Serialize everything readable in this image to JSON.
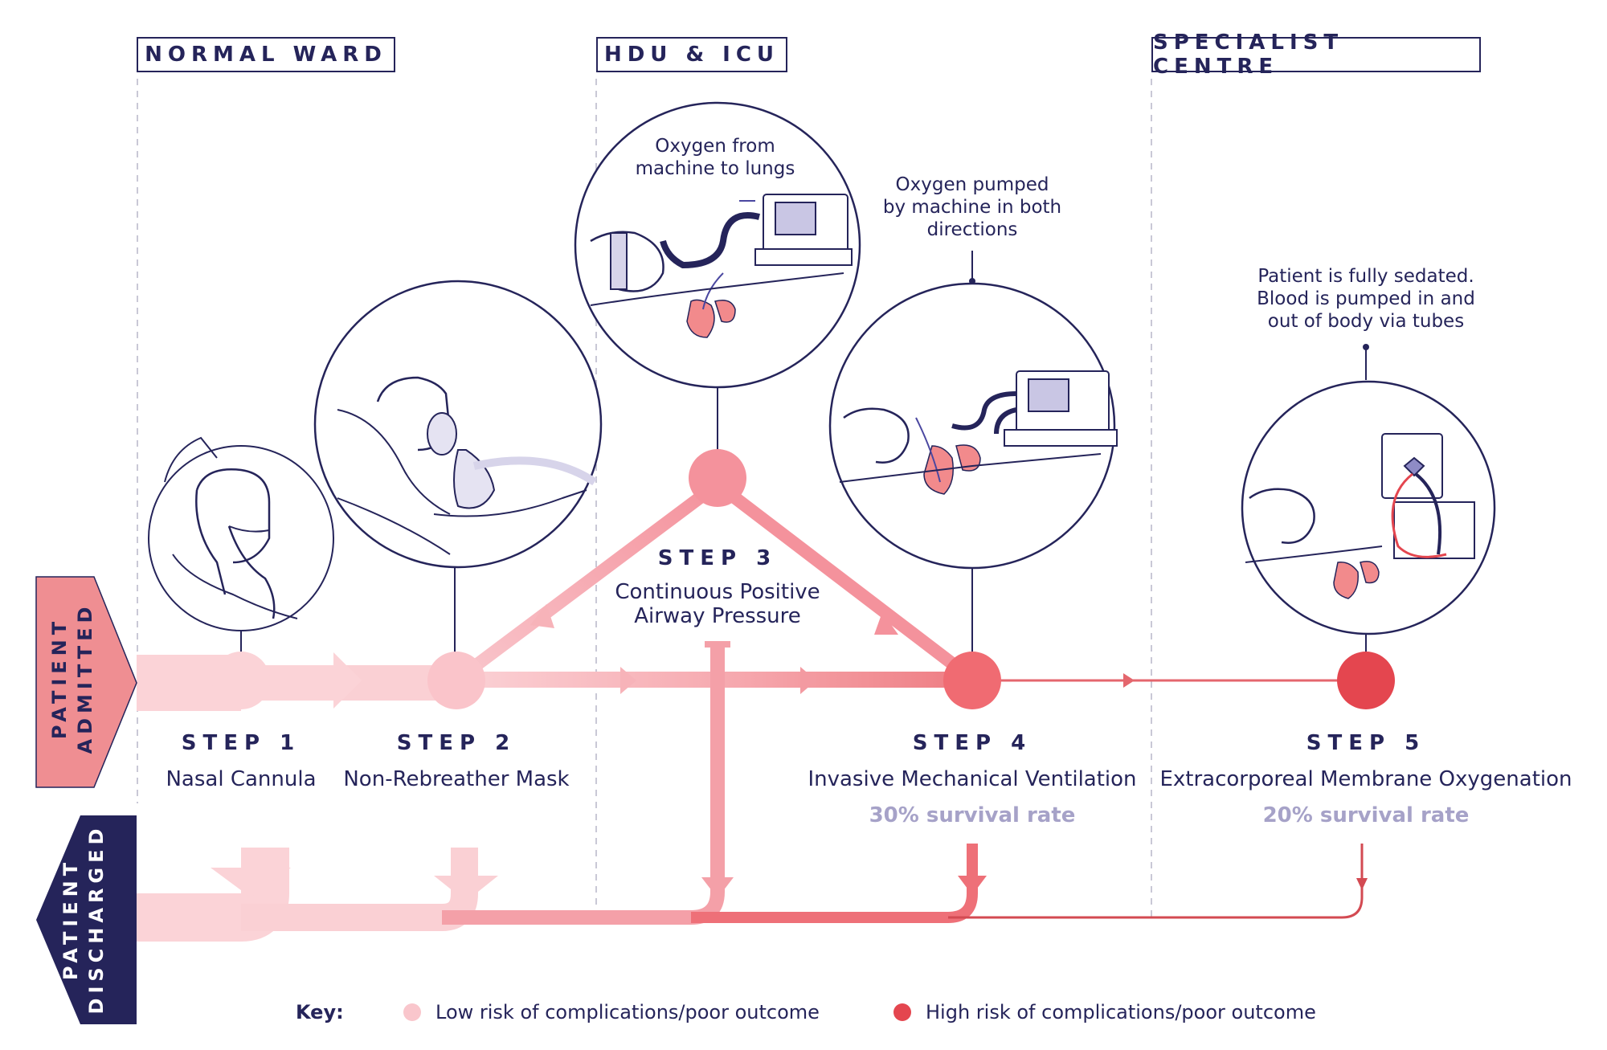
{
  "sections": {
    "normal_ward": "NORMAL WARD",
    "hdu_icu": "HDU & ICU",
    "specialist_centre": "SPECIALIST CENTRE"
  },
  "side_labels": {
    "admitted_line1": "PATIENT",
    "admitted_line2": "ADMITTED",
    "discharged_line1": "PATIENT",
    "discharged_line2": "DISCHARGED"
  },
  "steps": [
    {
      "title": "STEP 1",
      "name": "Nasal Cannula"
    },
    {
      "title": "STEP 2",
      "name": "Non-Rebreather Mask"
    },
    {
      "title": "STEP 3",
      "name_line1": "Continuous Positive",
      "name_line2": "Airway Pressure"
    },
    {
      "title": "STEP 4",
      "name": "Invasive Mechanical Ventilation",
      "survival": "30% survival rate"
    },
    {
      "title": "STEP 5",
      "name": "Extracorporeal Membrane Oxygenation",
      "survival": "20% survival rate"
    }
  ],
  "captions": {
    "step3_line1": "Oxygen from",
    "step3_line2": "machine to lungs",
    "step4_line1": "Oxygen pumped",
    "step4_line2": "by machine in both",
    "step4_line3": "directions",
    "step5_line1": "Patient is fully sedated.",
    "step5_line2": "Blood is pumped in and",
    "step5_line3": "out of body via tubes"
  },
  "key": {
    "label": "Key:",
    "low": "Low risk of complications/poor outcome",
    "high": "High risk of complications/poor outcome"
  },
  "colors": {
    "navy": "#25245a",
    "low_risk": "#f9c6cc",
    "mid_risk": "#f4929c",
    "high_risk": "#e4464f",
    "admitted_arrow": "#ef8e92",
    "survival_text": "#a6a2c8",
    "lung": "#f28a8c"
  },
  "icons": [
    "nasal-cannula-illustration",
    "non-rebreather-mask-illustration",
    "cpap-illustration",
    "ventilator-illustration",
    "ecmo-illustration"
  ]
}
